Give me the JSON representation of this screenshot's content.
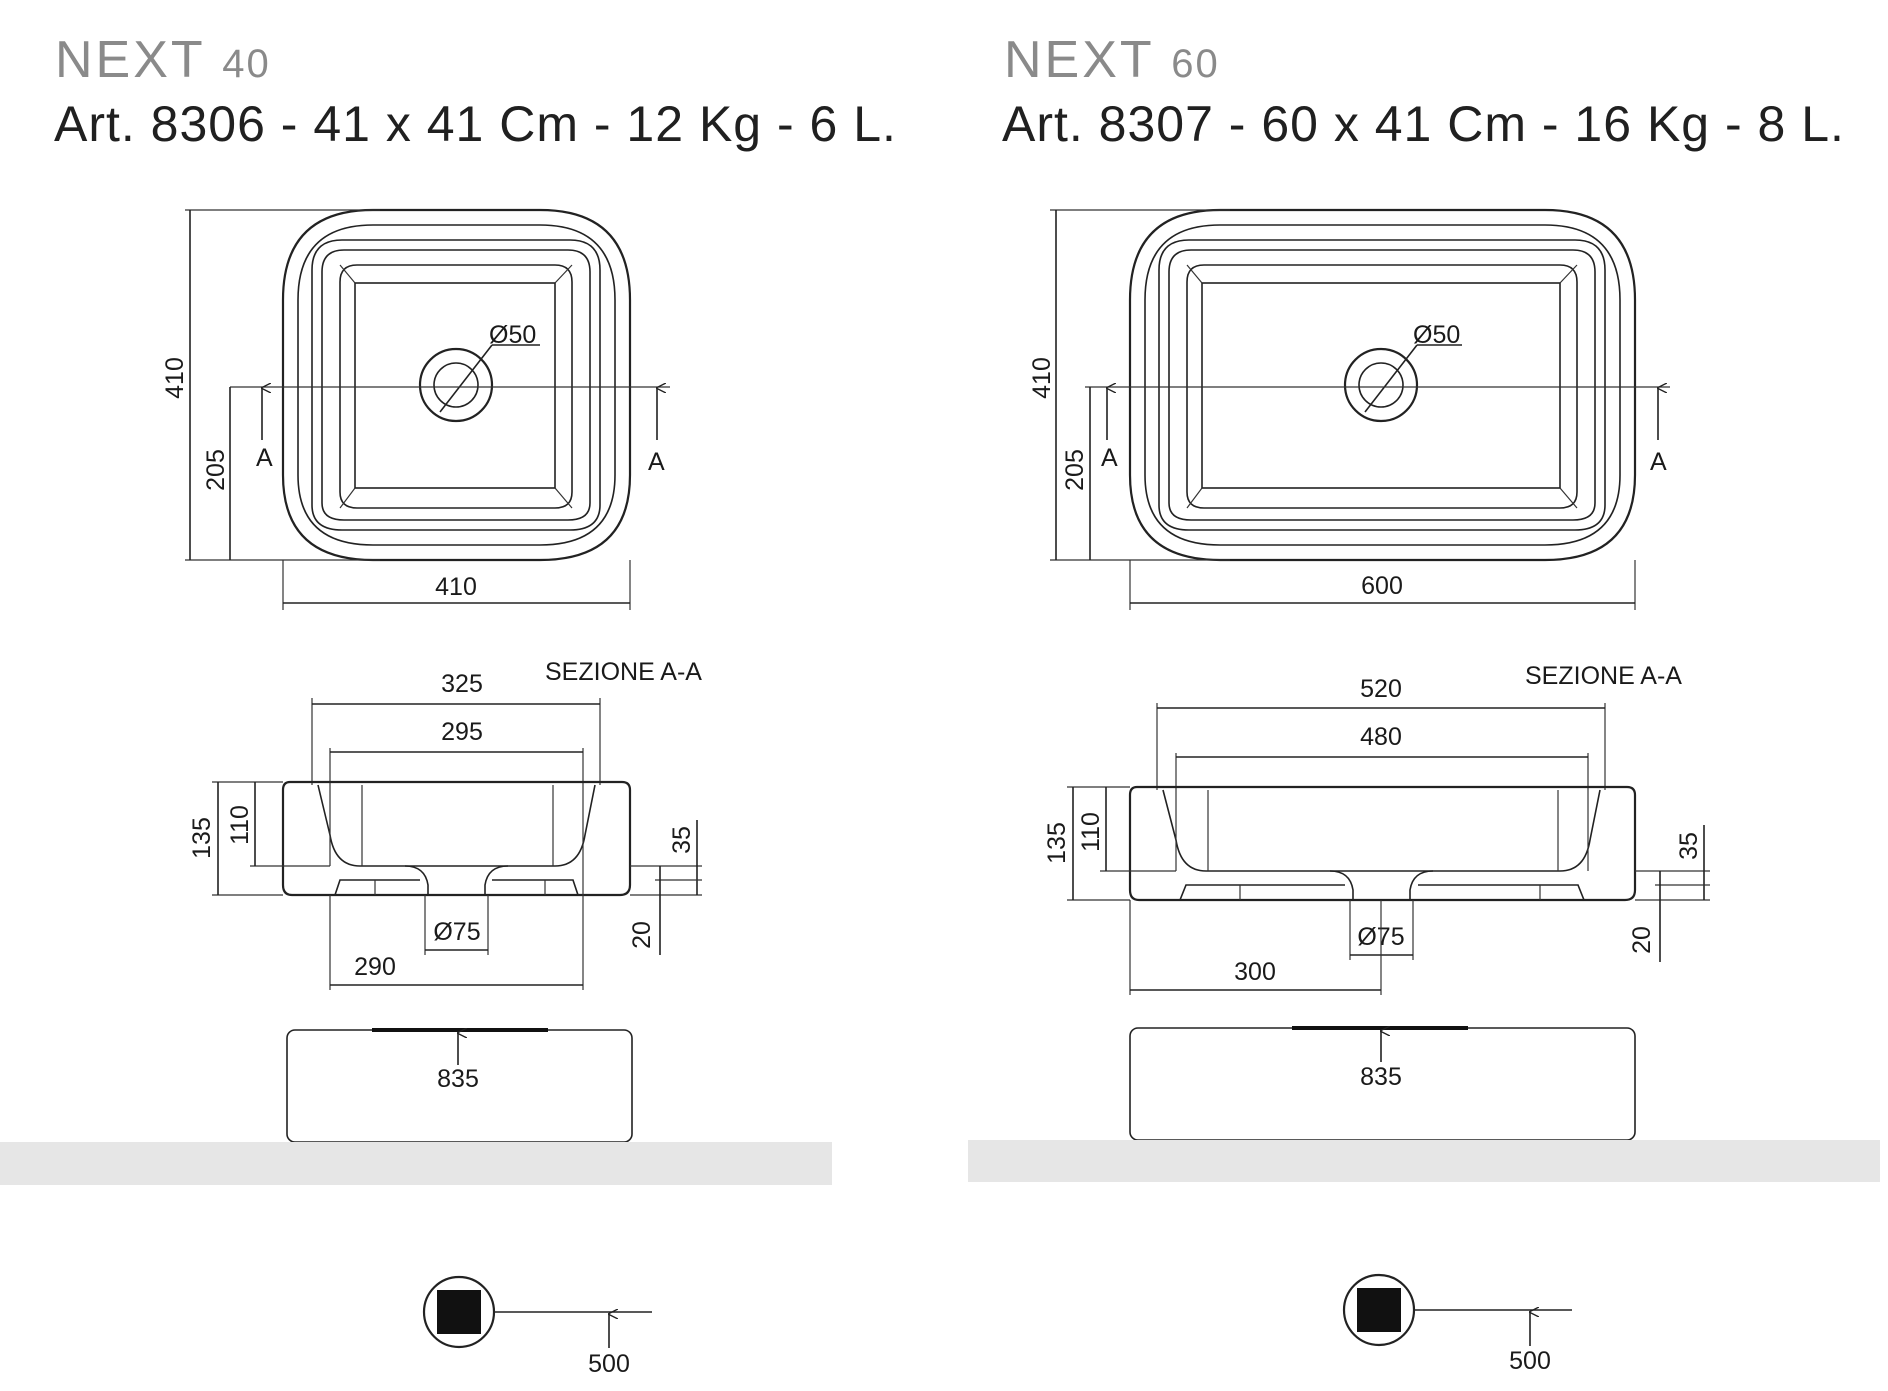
{
  "left": {
    "series": "NEXT",
    "series_size": "40",
    "article": "Art. 8306  - 41 x 41 Cm - 12 Kg - 6 L.",
    "dims": {
      "depth": "410",
      "half_depth": "205",
      "width": "410",
      "drain_top": "Ø50",
      "section_label": "A",
      "top_outer": "325",
      "top_inner": "295",
      "height_total": "135",
      "height_inner": "110",
      "rim": "35",
      "base": "20",
      "drain_section": "Ø75",
      "drain_offset": "290",
      "mount_height": "835",
      "drain_height": "500"
    },
    "section_title": "SEZIONE A-A"
  },
  "right": {
    "series": "NEXT",
    "series_size": "60",
    "article": "Art. 8307  - 60 x 41 Cm - 16 Kg - 8 L.",
    "dims": {
      "depth": "410",
      "half_depth": "205",
      "width": "600",
      "drain_top": "Ø50",
      "section_label": "A",
      "top_outer": "520",
      "top_inner": "480",
      "height_total": "135",
      "height_inner": "110",
      "rim": "35",
      "base": "20",
      "drain_section": "Ø75",
      "drain_offset": "300",
      "mount_height": "835",
      "drain_height": "500"
    },
    "section_title": "SEZIONE A-A"
  },
  "colors": {
    "line": "#222222",
    "floor": "#e6e6e6",
    "series_grey": "#8a8a8a",
    "drain_fill": "#111111"
  }
}
